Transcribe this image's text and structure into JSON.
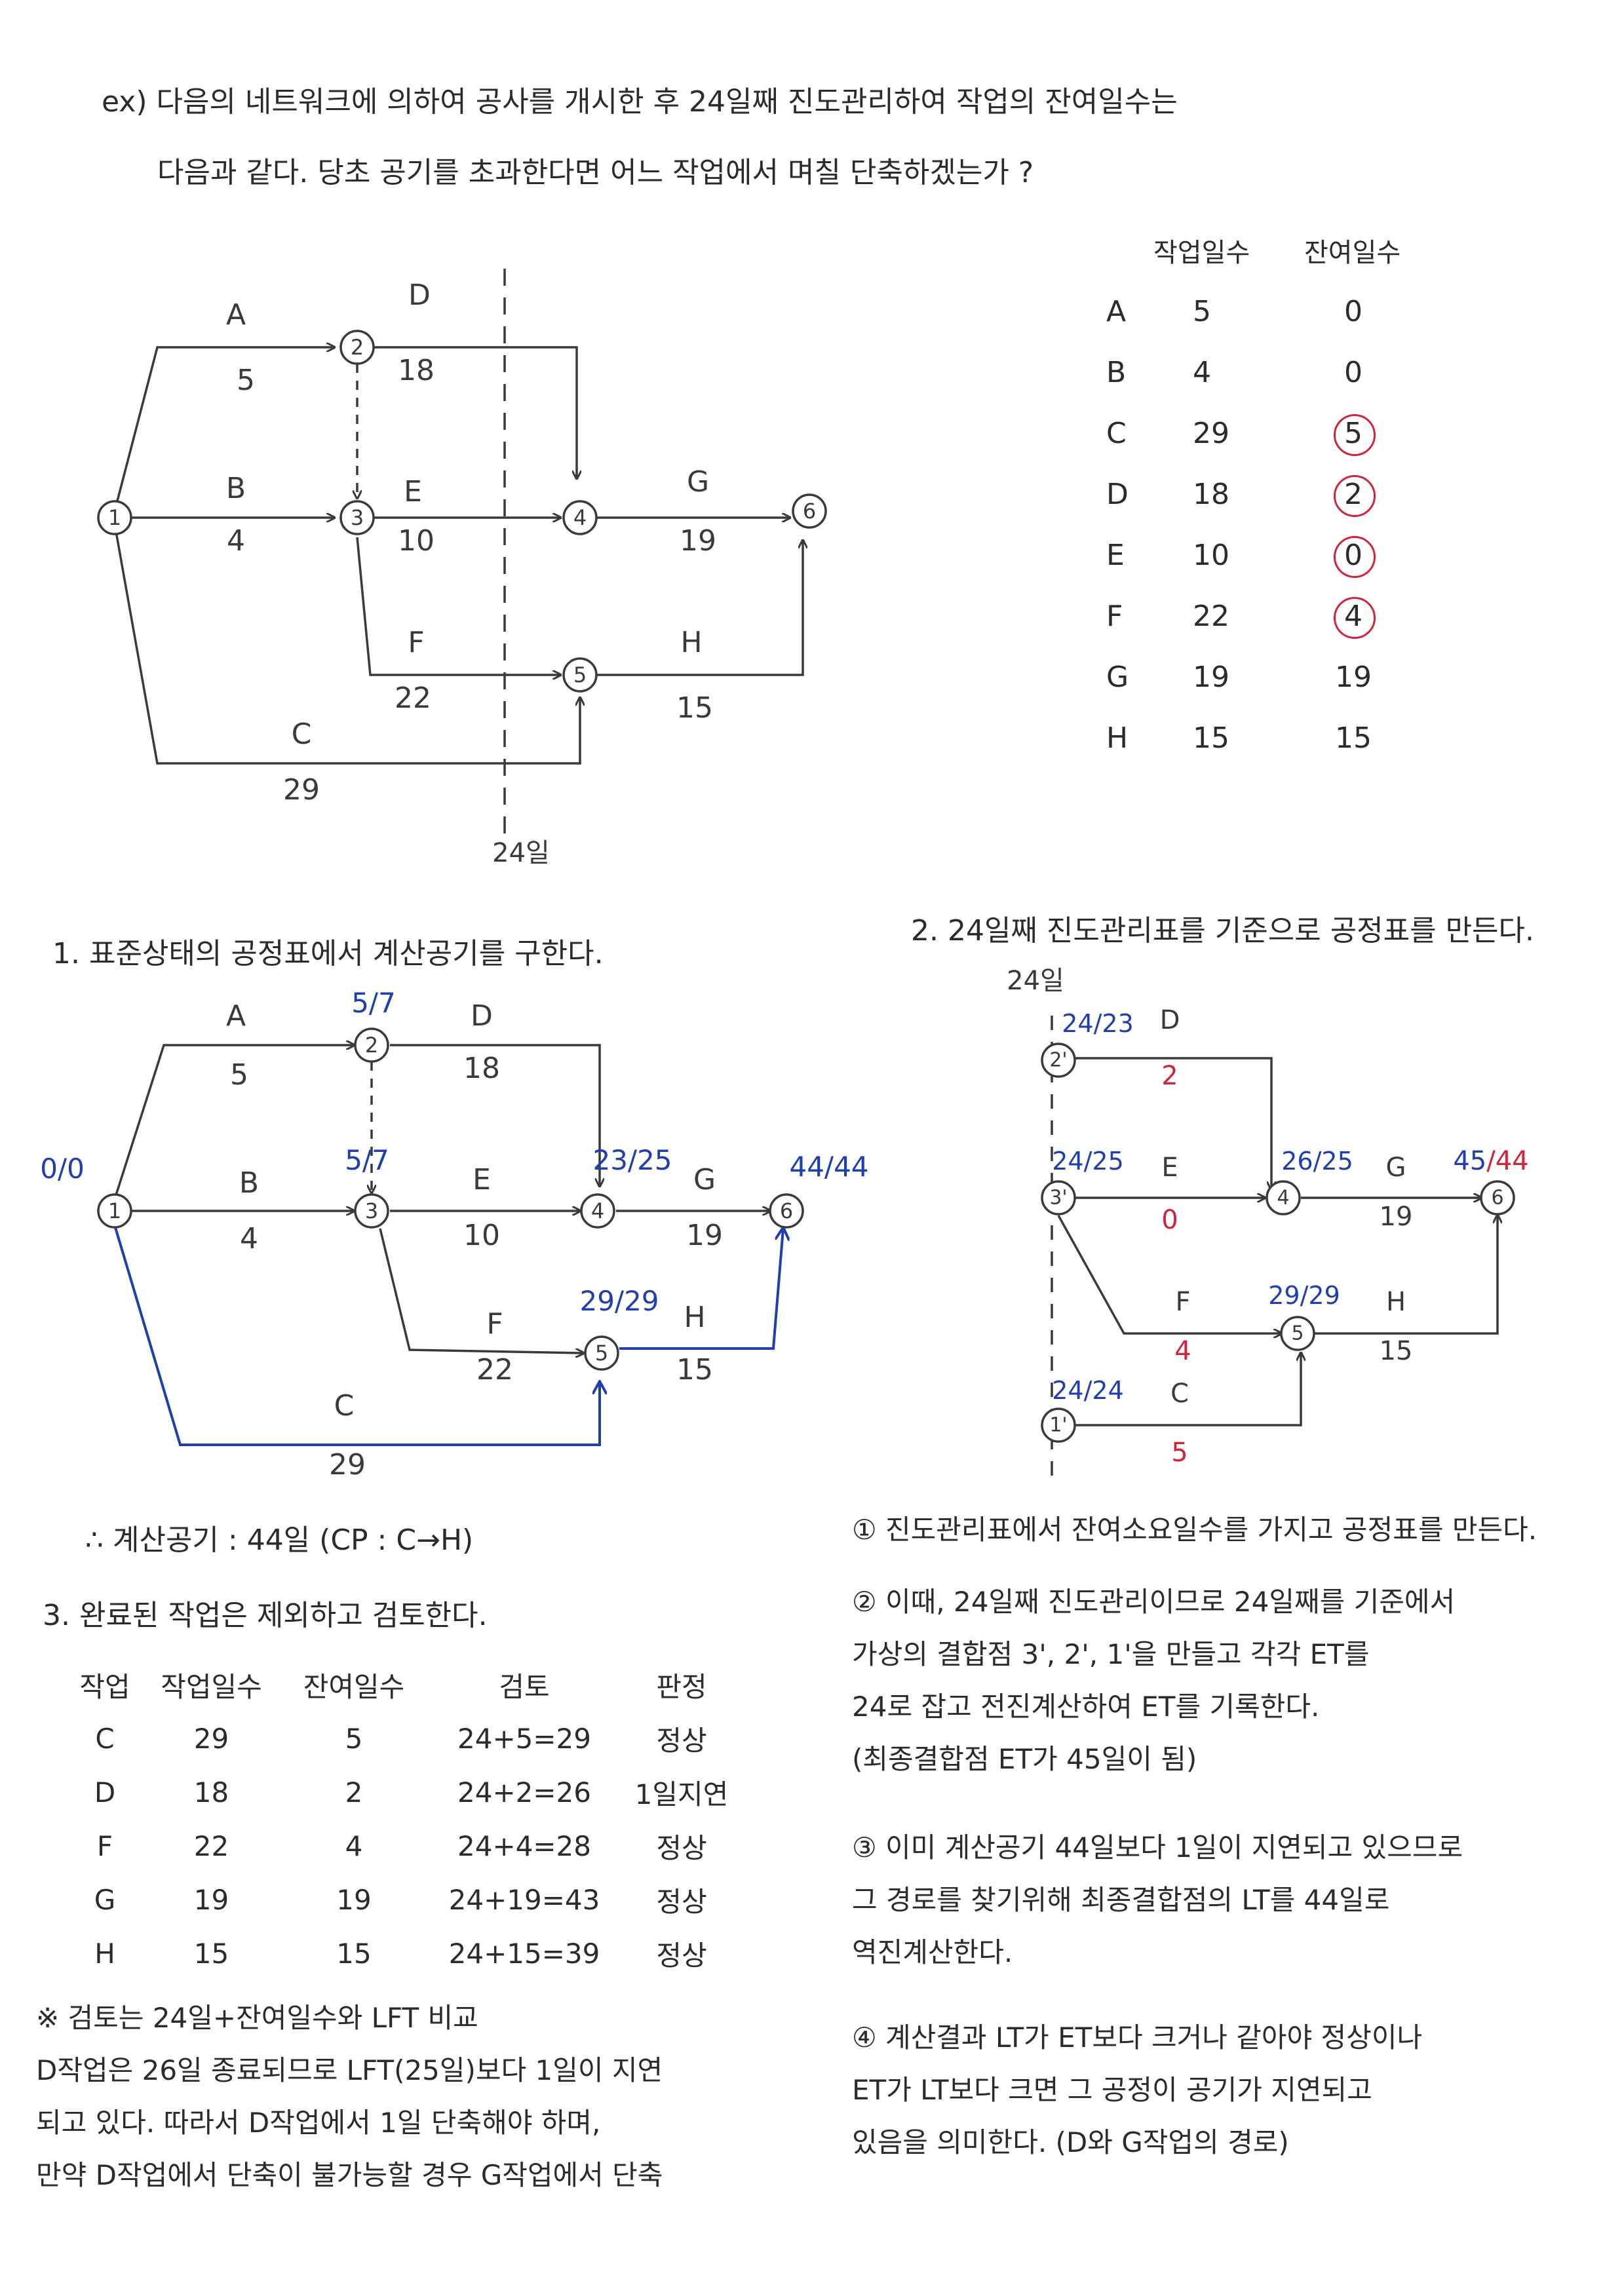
{
  "problem": {
    "line1": "ex) 다음의 네트워크에 의하여 공사를 개시한 후 24일째 진도관리하여 작업의 잔여일수는",
    "line2": "다음과 같다. 당초 공기를 초과한다면 어느 작업에서 며칠 단축하겠는가 ?"
  },
  "progress_table": {
    "headers": [
      "작업일수",
      "잔여일수"
    ],
    "rows": [
      {
        "act": "A",
        "dur": "5",
        "rem": "0",
        "circled": false
      },
      {
        "act": "B",
        "dur": "4",
        "rem": "0",
        "circled": false
      },
      {
        "act": "C",
        "dur": "29",
        "rem": "5",
        "circled": true
      },
      {
        "act": "D",
        "dur": "18",
        "rem": "2",
        "circled": true
      },
      {
        "act": "E",
        "dur": "10",
        "rem": "0",
        "circled": true
      },
      {
        "act": "F",
        "dur": "22",
        "rem": "4",
        "circled": true
      },
      {
        "act": "G",
        "dur": "19",
        "rem": "19",
        "circled": false
      },
      {
        "act": "H",
        "dur": "15",
        "rem": "15",
        "circled": false
      }
    ]
  },
  "net1": {
    "nodes": [
      "1",
      "2",
      "3",
      "4",
      "5",
      "6"
    ],
    "labels": {
      "A": "A",
      "A_d": "5",
      "B": "B",
      "B_d": "4",
      "C": "C",
      "C_d": "29",
      "D": "D",
      "D_d": "18",
      "E": "E",
      "E_d": "10",
      "F": "F",
      "F_d": "22",
      "G": "G",
      "G_d": "19",
      "H": "H",
      "H_d": "15"
    },
    "cut_label": "24일"
  },
  "step1": {
    "title": "1. 표준상태의 공정표에서 계산공기를 구한다.",
    "et": {
      "n1": "0/0",
      "n2": "5/7",
      "n3": "5/7",
      "n4": "23/25",
      "n5": "29/29",
      "n6": "44/44"
    },
    "result": "∴ 계산공기 : 44일 (CP : C→H)"
  },
  "step2": {
    "title": "2. 24일째 진도관리표를 기준으로 공정표를 만든다.",
    "day_label": "24일",
    "nodes": {
      "n2p": "2'",
      "n3p": "3'",
      "n1p": "1'",
      "n4": "4",
      "n5": "5",
      "n6": "6"
    },
    "et": {
      "n2p": "24/23",
      "n3p": "24/25",
      "n1p": "24/24",
      "n4": "26/25",
      "n5": "29/29",
      "n6_et": "45",
      "n6_lt": "/44"
    },
    "labels": {
      "D": "D",
      "D_r": "2",
      "E": "E",
      "E_r": "0",
      "F": "F",
      "F_r": "4",
      "C": "C",
      "C_r": "5",
      "G": "G",
      "G_d": "19",
      "H": "H",
      "H_d": "15"
    }
  },
  "step3": {
    "title": "3. 완료된 작업은 제외하고 검토한다.",
    "headers": [
      "작업",
      "작업일수",
      "잔여일수",
      "검토",
      "판정"
    ],
    "rows": [
      [
        "C",
        "29",
        "5",
        "24+5=29",
        "정상"
      ],
      [
        "D",
        "18",
        "2",
        "24+2=26",
        "1일지연"
      ],
      [
        "F",
        "22",
        "4",
        "24+4=28",
        "정상"
      ],
      [
        "G",
        "19",
        "19",
        "24+19=43",
        "정상"
      ],
      [
        "H",
        "15",
        "15",
        "24+15=39",
        "정상"
      ]
    ]
  },
  "notes": {
    "n1": "① 진도관리표에서 잔여소요일수를 가지고 공정표를 만든다.",
    "n2": "② 이때, 24일째 진도관리이므로 24일째를 기준에서\n가상의 결합점 3', 2', 1'을 만들고 각각 ET를\n24로 잡고 전진계산하여 ET를 기록한다.\n(최종결합점 ET가 45일이 됨)",
    "n3": "③ 이미 계산공기 44일보다 1일이 지연되고 있으므로\n그 경로를 찾기위해 최종결합점의 LT를 44일로\n역진계산한다.",
    "n4": "④ 계산결과 LT가 ET보다 크거나 같아야 정상이나\nET가 LT보다 크면 그 공정이 공기가 지연되고\n있음을 의미한다. (D와 G작업의 경로)",
    "conclusion": "※ 검토는 24일+잔여일수와 LFT 비교\nD작업은 26일 종료되므로 LFT(25일)보다 1일이 지연\n되고 있다. 따라서 D작업에서 1일 단축해야 하며,\n만약 D작업에서 단축이 불가능할 경우 G작업에서 단축"
  },
  "colors": {
    "ink": "#3a3a3a",
    "blue": "#1f3fb0",
    "red": "#d0243a"
  }
}
